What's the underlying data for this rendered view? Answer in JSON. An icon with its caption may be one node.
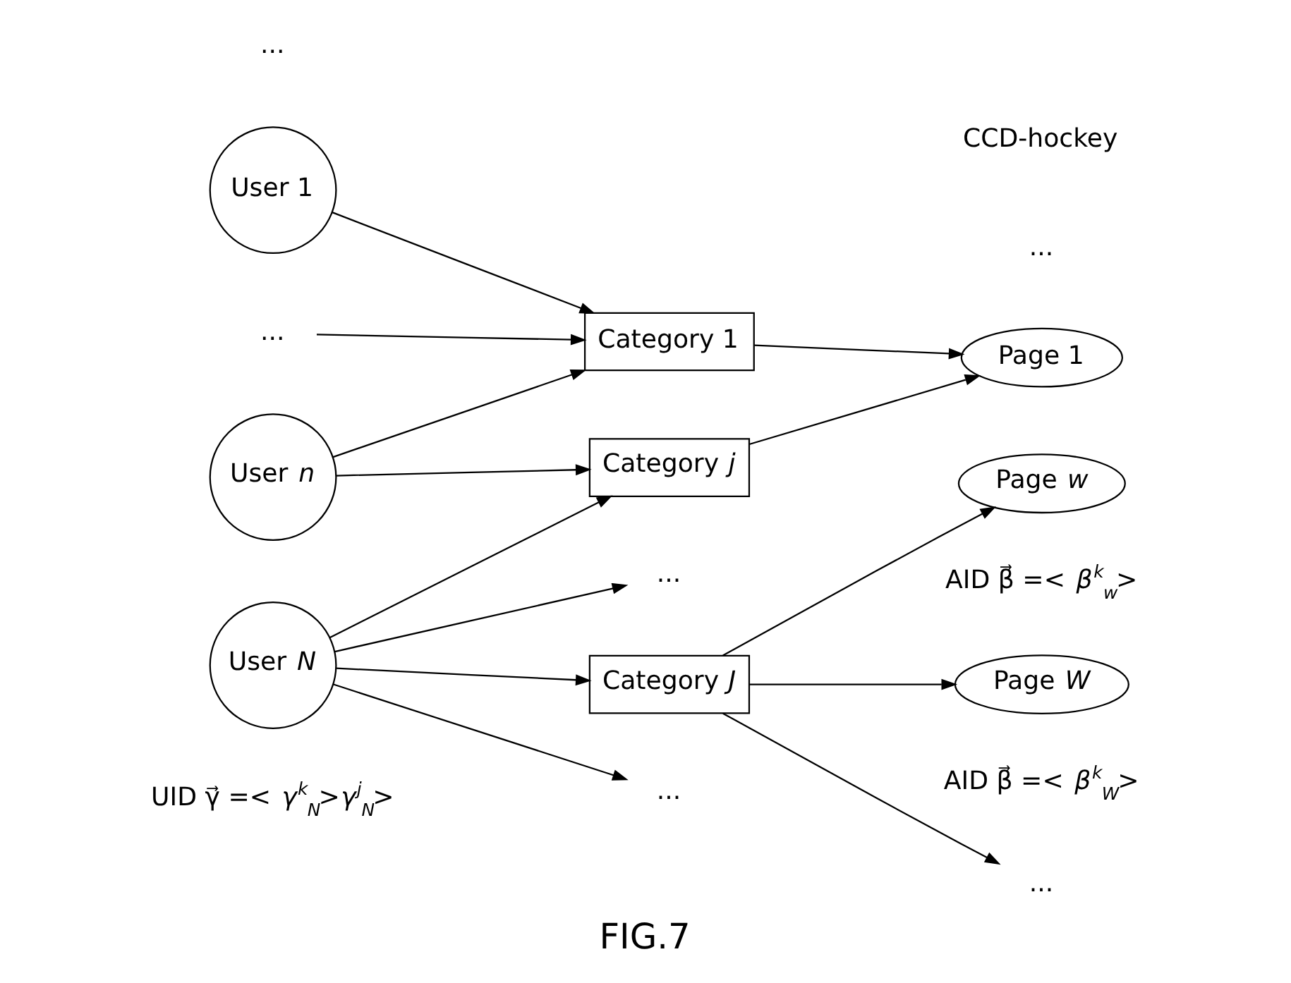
{
  "diagram": {
    "caption": "FIG.7",
    "nodes": [
      {
        "text": [
          "User 1"
        ]
      },
      {
        "text": [
          "Category 1"
        ]
      },
      {
        "text": [
          "Page 1"
        ]
      },
      {
        "text": [
          "..."
        ]
      },
      {
        "text": [
          "..."
        ]
      },
      {
        "text": [
          "User *n*"
        ]
      },
      {
        "text": [
          "Category *j*"
        ]
      },
      {
        "text": [
          "Page *w*"
        ],
        "beside": [
          "AID β⃗ =< *β*$^{k}$$_{w}$>"
        ]
      },
      {
        "text": [
          "..."
        ]
      },
      {
        "text": [
          "..."
        ]
      },
      {
        "text": [
          "User *N*"
        ],
        "beside": [
          "UID γ⃗ =< *γ*$^{k}$$_{N}$>*γ*$^{j}$$_{N}$>"
        ]
      },
      {
        "text": [
          "Category *J*"
        ]
      },
      {
        "text": [
          "Page *W*"
        ],
        "beside": [
          "AID β⃗ =< *β*$^{k}$$_{W}$>"
        ]
      }
    ],
    "edges": [
      {
        "from": 0,
        "to": 1,
        "arrow": "to"
      },
      {
        "from": 3,
        "to": 1,
        "arrow": "to"
      },
      {
        "from": 5,
        "to": 1,
        "arrow": "to"
      },
      {
        "from": 5,
        "to": 6,
        "arrow": "to"
      },
      {
        "from": 10,
        "to": 4,
        "arrow": "to"
      },
      {
        "from": 10,
        "to": 6,
        "arrow": "to"
      },
      {
        "from": 10,
        "to": 8,
        "arrow": "to"
      },
      {
        "from": 10,
        "to": 11,
        "arrow": "to"
      },
      {
        "from": 1,
        "to": 2,
        "arrow": "to"
      },
      {
        "from": 6,
        "to": 2,
        "arrow": "to"
      },
      {
        "from": 11,
        "to": 7,
        "arrow": "to"
      },
      {
        "from": 11,
        "to": 9,
        "arrow": "to"
      },
      {
        "from": 11,
        "to": 12,
        "arrow": "to"
      }
    ],
    "labels": [
      "...",
      "CCD-hockey",
      "..."
    ]
  }
}
